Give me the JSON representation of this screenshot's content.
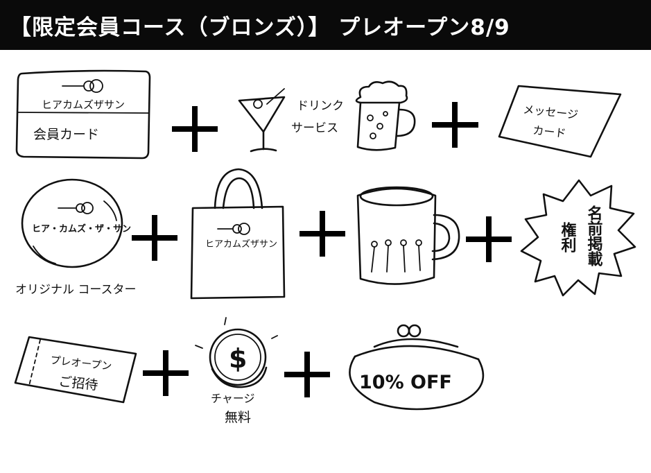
{
  "banner": {
    "title": "【限定会員コース（ブロンズ）】 プレオープン8/9"
  },
  "items": {
    "member_card": {
      "brand": "ヒアカムズザサン",
      "label": "会員カード"
    },
    "drink": {
      "line1": "ドリンク",
      "line2": "サービス"
    },
    "message_card": {
      "line1": "メッセージ",
      "line2": "カード"
    },
    "coaster": {
      "brand": "ヒア・カムズ・ザ・サン",
      "label": "オリジナル コースター"
    },
    "tote_bag": {
      "brand": "ヒアカムズザサン"
    },
    "name_listing": {
      "col1": "名前掲載",
      "col2": "権利"
    },
    "preopen_invite": {
      "line1": "プレオープン",
      "line2": "ご招待"
    },
    "charge_free": {
      "line1": "チャージ",
      "line2": "無料"
    },
    "discount": {
      "label": "10% OFF"
    }
  },
  "icons": [
    "guitar-icon",
    "cocktail-glass-icon",
    "beer-mug-icon",
    "plus-icon",
    "record-icon",
    "tote-bag-icon",
    "coffee-mug-icon",
    "starburst-icon",
    "ticket-icon",
    "coin-icon",
    "coin-purse-icon"
  ]
}
